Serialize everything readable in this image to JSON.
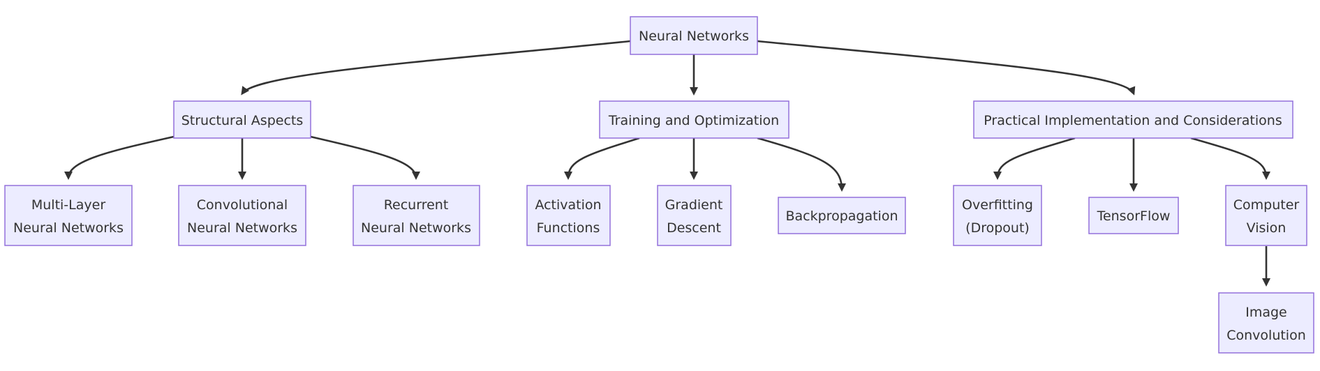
{
  "diagram": {
    "root": {
      "label": "Neural Networks"
    },
    "branches": {
      "structural": {
        "label": "Structural Aspects",
        "children": {
          "mlp": [
            "Multi-Layer",
            "Neural Networks"
          ],
          "cnn": [
            "Convolutional",
            "Neural Networks"
          ],
          "rnn": [
            "Recurrent",
            "Neural Networks"
          ]
        }
      },
      "training": {
        "label": "Training and Optimization",
        "children": {
          "activation": [
            "Activation",
            "Functions"
          ],
          "gradient": [
            "Gradient",
            "Descent"
          ],
          "backprop": [
            "Backpropagation"
          ]
        }
      },
      "practical": {
        "label": "Practical Implementation and Considerations",
        "children": {
          "overfitting": [
            "Overfitting",
            "(Dropout)"
          ],
          "tensorflow": [
            "TensorFlow"
          ],
          "vision": [
            "Computer",
            "Vision"
          ]
        }
      }
    },
    "leaf": {
      "image_convolution": [
        "Image",
        "Convolution"
      ]
    },
    "colors": {
      "node_fill": "#ECECFF",
      "node_border": "#9370DB",
      "edge": "#333333",
      "text": "#333333"
    }
  }
}
